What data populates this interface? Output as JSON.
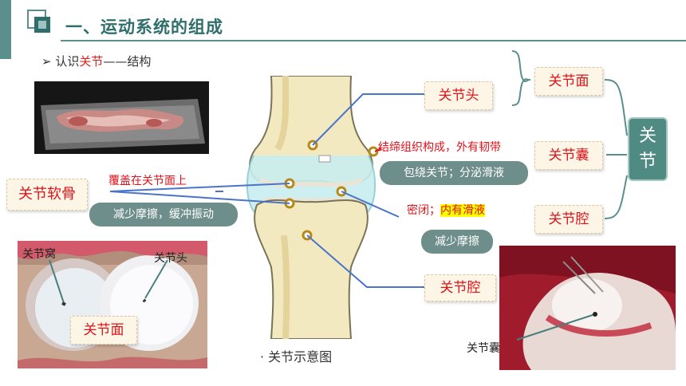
{
  "header": {
    "title": "一、运动系统的组成",
    "subtitle_prefix": "认识",
    "subtitle_highlight": "关节",
    "subtitle_suffix": "——结构"
  },
  "labels": {
    "joint_head": "关节头",
    "joint_surface": "关节面",
    "joint_capsule": "关节囊",
    "joint_cavity": "关节腔",
    "joint": "关节",
    "cartilage": "关节软骨",
    "cartilage_note": "覆盖在关节面上",
    "cartilage_function": "减少摩擦，缓冲振动",
    "capsule_note": "结缔组织构成，外有韧带",
    "capsule_function": "包绕关节；分泌滑液",
    "cavity_note_prefix": "密闭；",
    "cavity_note_highlight": "内有滑液",
    "cavity_function": "减少摩擦",
    "cavity_box_lower": "关节腔"
  },
  "photo_labels": {
    "socket": "关节窝",
    "head": "关节头",
    "surface": "关节面",
    "capsule": "关节囊"
  },
  "caption": "· 关节示意图",
  "colors": {
    "accent": "#2e6f6c",
    "box_text": "#e0121a",
    "pill": "#6e8e8b",
    "pointer": "#4a74c9"
  }
}
